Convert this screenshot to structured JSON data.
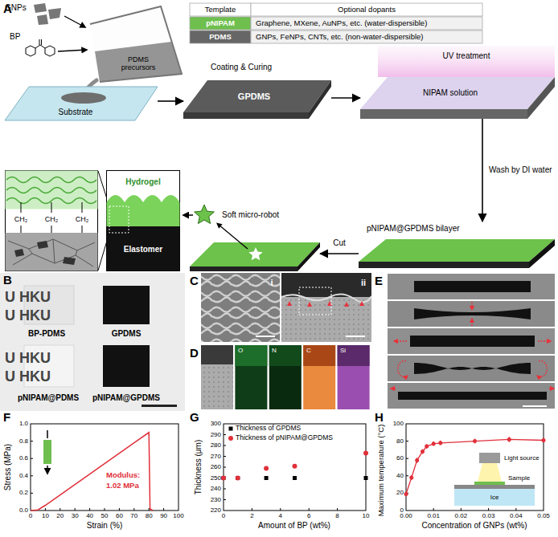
{
  "diagram": {
    "nodes": [
      {
        "text": [
          "Substrate"
        ]
      },
      {
        "text": [
          "GPDMS"
        ]
      },
      {
        "text": [
          "NIPAM solution"
        ]
      },
      {
        "text": [
          "pNIPAM@GPDMS bilayer"
        ]
      },
      {
        "text": [
          "Soft micro-robot"
        ]
      },
      {
        "text": [
          "Hydrogel",
          "Elastomer"
        ]
      },
      {
        "text": [
          "CH₂",
          "CH₂",
          "CH₂"
        ]
      }
    ],
    "edges": [
      {
        "from": 0,
        "to": 1,
        "arrow": "to"
      },
      {
        "from": 1,
        "to": 2,
        "arrow": "to"
      },
      {
        "from": 2,
        "to": 3,
        "arrow": "to",
        "label": "Wash by DI water"
      },
      {
        "from": 3,
        "to": 4,
        "arrow": "to",
        "label": "Cut"
      }
    ],
    "labels": [
      "A",
      "GNPs",
      "BP",
      "PDMS precursors",
      "Template",
      "Optional dopants",
      "pNIPAM",
      "Graphene, MXene, AuNPs, etc. (water-dispersible)",
      "PDMS",
      "GNPs, FeNPs, CNTs, etc. (non-water-dispersible)",
      "Coating & Curing",
      "UV treatment",
      "B",
      "U HKU",
      "U HKU",
      "U HKU",
      "U HKU",
      "BP-PDMS",
      "GPDMS",
      "pNIPAM@PDMS",
      "pNIPAM@GPDMS",
      "C",
      "i",
      "ii",
      "D",
      "O",
      "N",
      "C",
      "Si",
      "E",
      "F",
      "Stress (MPa)",
      "Strain (%)",
      "0.0",
      "0.2",
      "0.4",
      "0.6",
      "0.8",
      "1.0",
      "0",
      "10",
      "20",
      "30",
      "40",
      "50",
      "60",
      "70",
      "80",
      "90",
      "100",
      "Modulus:",
      "1.02 MPa",
      "G",
      "Thickness (μm)",
      "Amount of BP (wt%)",
      "220",
      "230",
      "240",
      "250",
      "260",
      "270",
      "280",
      "290",
      "300",
      "0",
      "2",
      "4",
      "6",
      "8",
      "10",
      "H",
      "Maximum temperature (°C)",
      "Concentration of GNPs (wt%)",
      "0",
      "20",
      "40",
      "60",
      "80",
      "100",
      "0.00",
      "0.01",
      "0.02",
      "0.03",
      "0.04",
      "0.05",
      "Light source",
      "Sample",
      "Ice"
    ],
    "legend": [
      {
        "text": "Thickness of GPDMS"
      },
      {
        "text": "Thickness of pNIPAM@GPDMS"
      }
    ]
  }
}
